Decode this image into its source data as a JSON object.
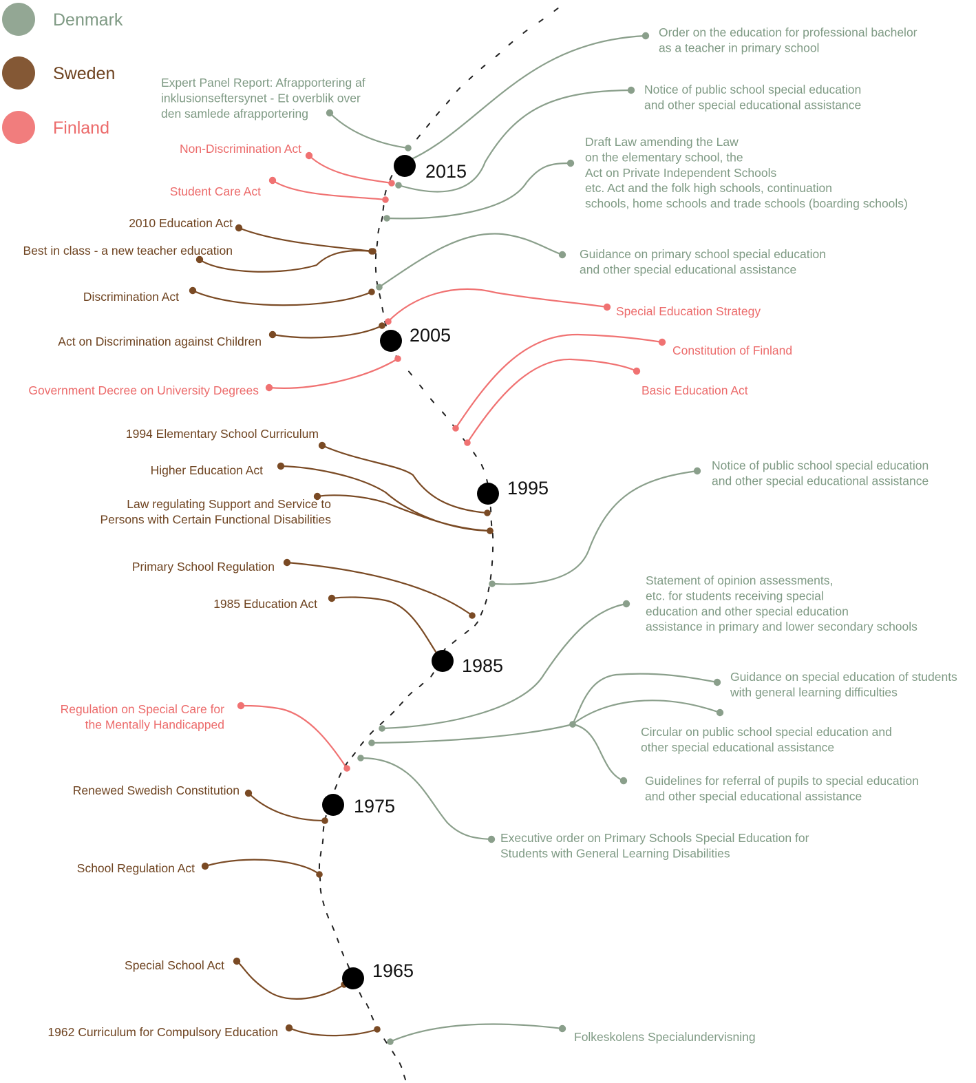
{
  "legend": [
    {
      "key": "denmark",
      "label": "Denmark",
      "color": "#8a9f8b"
    },
    {
      "key": "sweden",
      "label": "Sweden",
      "color": "#7a4a24"
    },
    {
      "key": "finland",
      "label": "Finland",
      "color": "#f07272"
    }
  ],
  "colors": {
    "denmark_text": "#7f9a84",
    "sweden_text": "#6e4320",
    "finland_text": "#ec6b6b",
    "milestone": "#000000",
    "tick": "#222222"
  },
  "milestones": [
    {
      "year": "2015"
    },
    {
      "year": "2005"
    },
    {
      "year": "1995"
    },
    {
      "year": "1985"
    },
    {
      "year": "1975"
    },
    {
      "year": "1965"
    }
  ],
  "events": [
    {
      "country": "denmark",
      "lines": [
        "Order on the education for professional bachelor",
        "as a teacher in primary school"
      ]
    },
    {
      "country": "denmark",
      "lines": [
        "Notice of public school special education",
        "and other special educational assistance"
      ]
    },
    {
      "country": "denmark",
      "lines": [
        "Expert Panel Report: Afrapportering af",
        "inklusionseftersynet - Et overblik over",
        "den samlede afrapportering"
      ]
    },
    {
      "country": "finland",
      "lines": [
        "Non-Discrimination Act"
      ]
    },
    {
      "country": "denmark",
      "lines": [
        "Draft Law amending the Law",
        "on the elementary school, the",
        "Act on Private Independent Schools",
        "etc. Act and the folk high schools, continuation",
        "schools, home schools and trade schools (boarding schools)"
      ]
    },
    {
      "country": "finland",
      "lines": [
        "Student Care Act"
      ]
    },
    {
      "country": "sweden",
      "lines": [
        "2010 Education Act"
      ]
    },
    {
      "country": "sweden",
      "lines": [
        "Best in class - a new teacher education"
      ]
    },
    {
      "country": "denmark",
      "lines": [
        "Guidance on primary school special education",
        "and other special educational assistance"
      ]
    },
    {
      "country": "sweden",
      "lines": [
        "Discrimination Act"
      ]
    },
    {
      "country": "finland",
      "lines": [
        "Special Education Strategy"
      ]
    },
    {
      "country": "sweden",
      "lines": [
        "Act on Discrimination against Children"
      ]
    },
    {
      "country": "finland",
      "lines": [
        "Constitution of Finland"
      ]
    },
    {
      "country": "finland",
      "lines": [
        "Government Decree on University Degrees"
      ]
    },
    {
      "country": "finland",
      "lines": [
        "Basic Education Act"
      ]
    },
    {
      "country": "sweden",
      "lines": [
        "1994 Elementary School Curriculum"
      ]
    },
    {
      "country": "denmark",
      "lines": [
        "Notice of public school special education",
        "and other special educational assistance"
      ]
    },
    {
      "country": "sweden",
      "lines": [
        "Higher Education Act"
      ]
    },
    {
      "country": "sweden",
      "lines": [
        "Law regulating Support and Service to",
        "Persons with Certain Functional Disabilities"
      ]
    },
    {
      "country": "sweden",
      "lines": [
        "Primary School Regulation"
      ]
    },
    {
      "country": "denmark",
      "lines": [
        "Statement of opinion assessments,",
        "etc. for students receiving special",
        "education and other special education",
        "assistance in primary and lower secondary schools"
      ]
    },
    {
      "country": "sweden",
      "lines": [
        "1985 Education Act"
      ]
    },
    {
      "country": "denmark",
      "lines": [
        "Guidance on special education of students",
        "with general learning difficulties"
      ]
    },
    {
      "country": "finland",
      "lines": [
        "Regulation on Special Care for",
        "the Mentally Handicapped"
      ]
    },
    {
      "country": "denmark",
      "lines": [
        "Circular on public school special education and",
        "other special educational assistance"
      ]
    },
    {
      "country": "denmark",
      "lines": [
        "Guidelines for referral of pupils to special education",
        "and other special educational assistance"
      ]
    },
    {
      "country": "sweden",
      "lines": [
        "Renewed Swedish Constitution"
      ]
    },
    {
      "country": "denmark",
      "lines": [
        "Executive order on Primary Schools Special Education for",
        "Students with General Learning Disabilities"
      ]
    },
    {
      "country": "sweden",
      "lines": [
        "School Regulation Act"
      ]
    },
    {
      "country": "sweden",
      "lines": [
        "Special School Act"
      ]
    },
    {
      "country": "sweden",
      "lines": [
        "1962 Curriculum for Compulsory Education"
      ]
    },
    {
      "country": "denmark",
      "lines": [
        "Folkeskolens Specialundervisning"
      ]
    }
  ]
}
